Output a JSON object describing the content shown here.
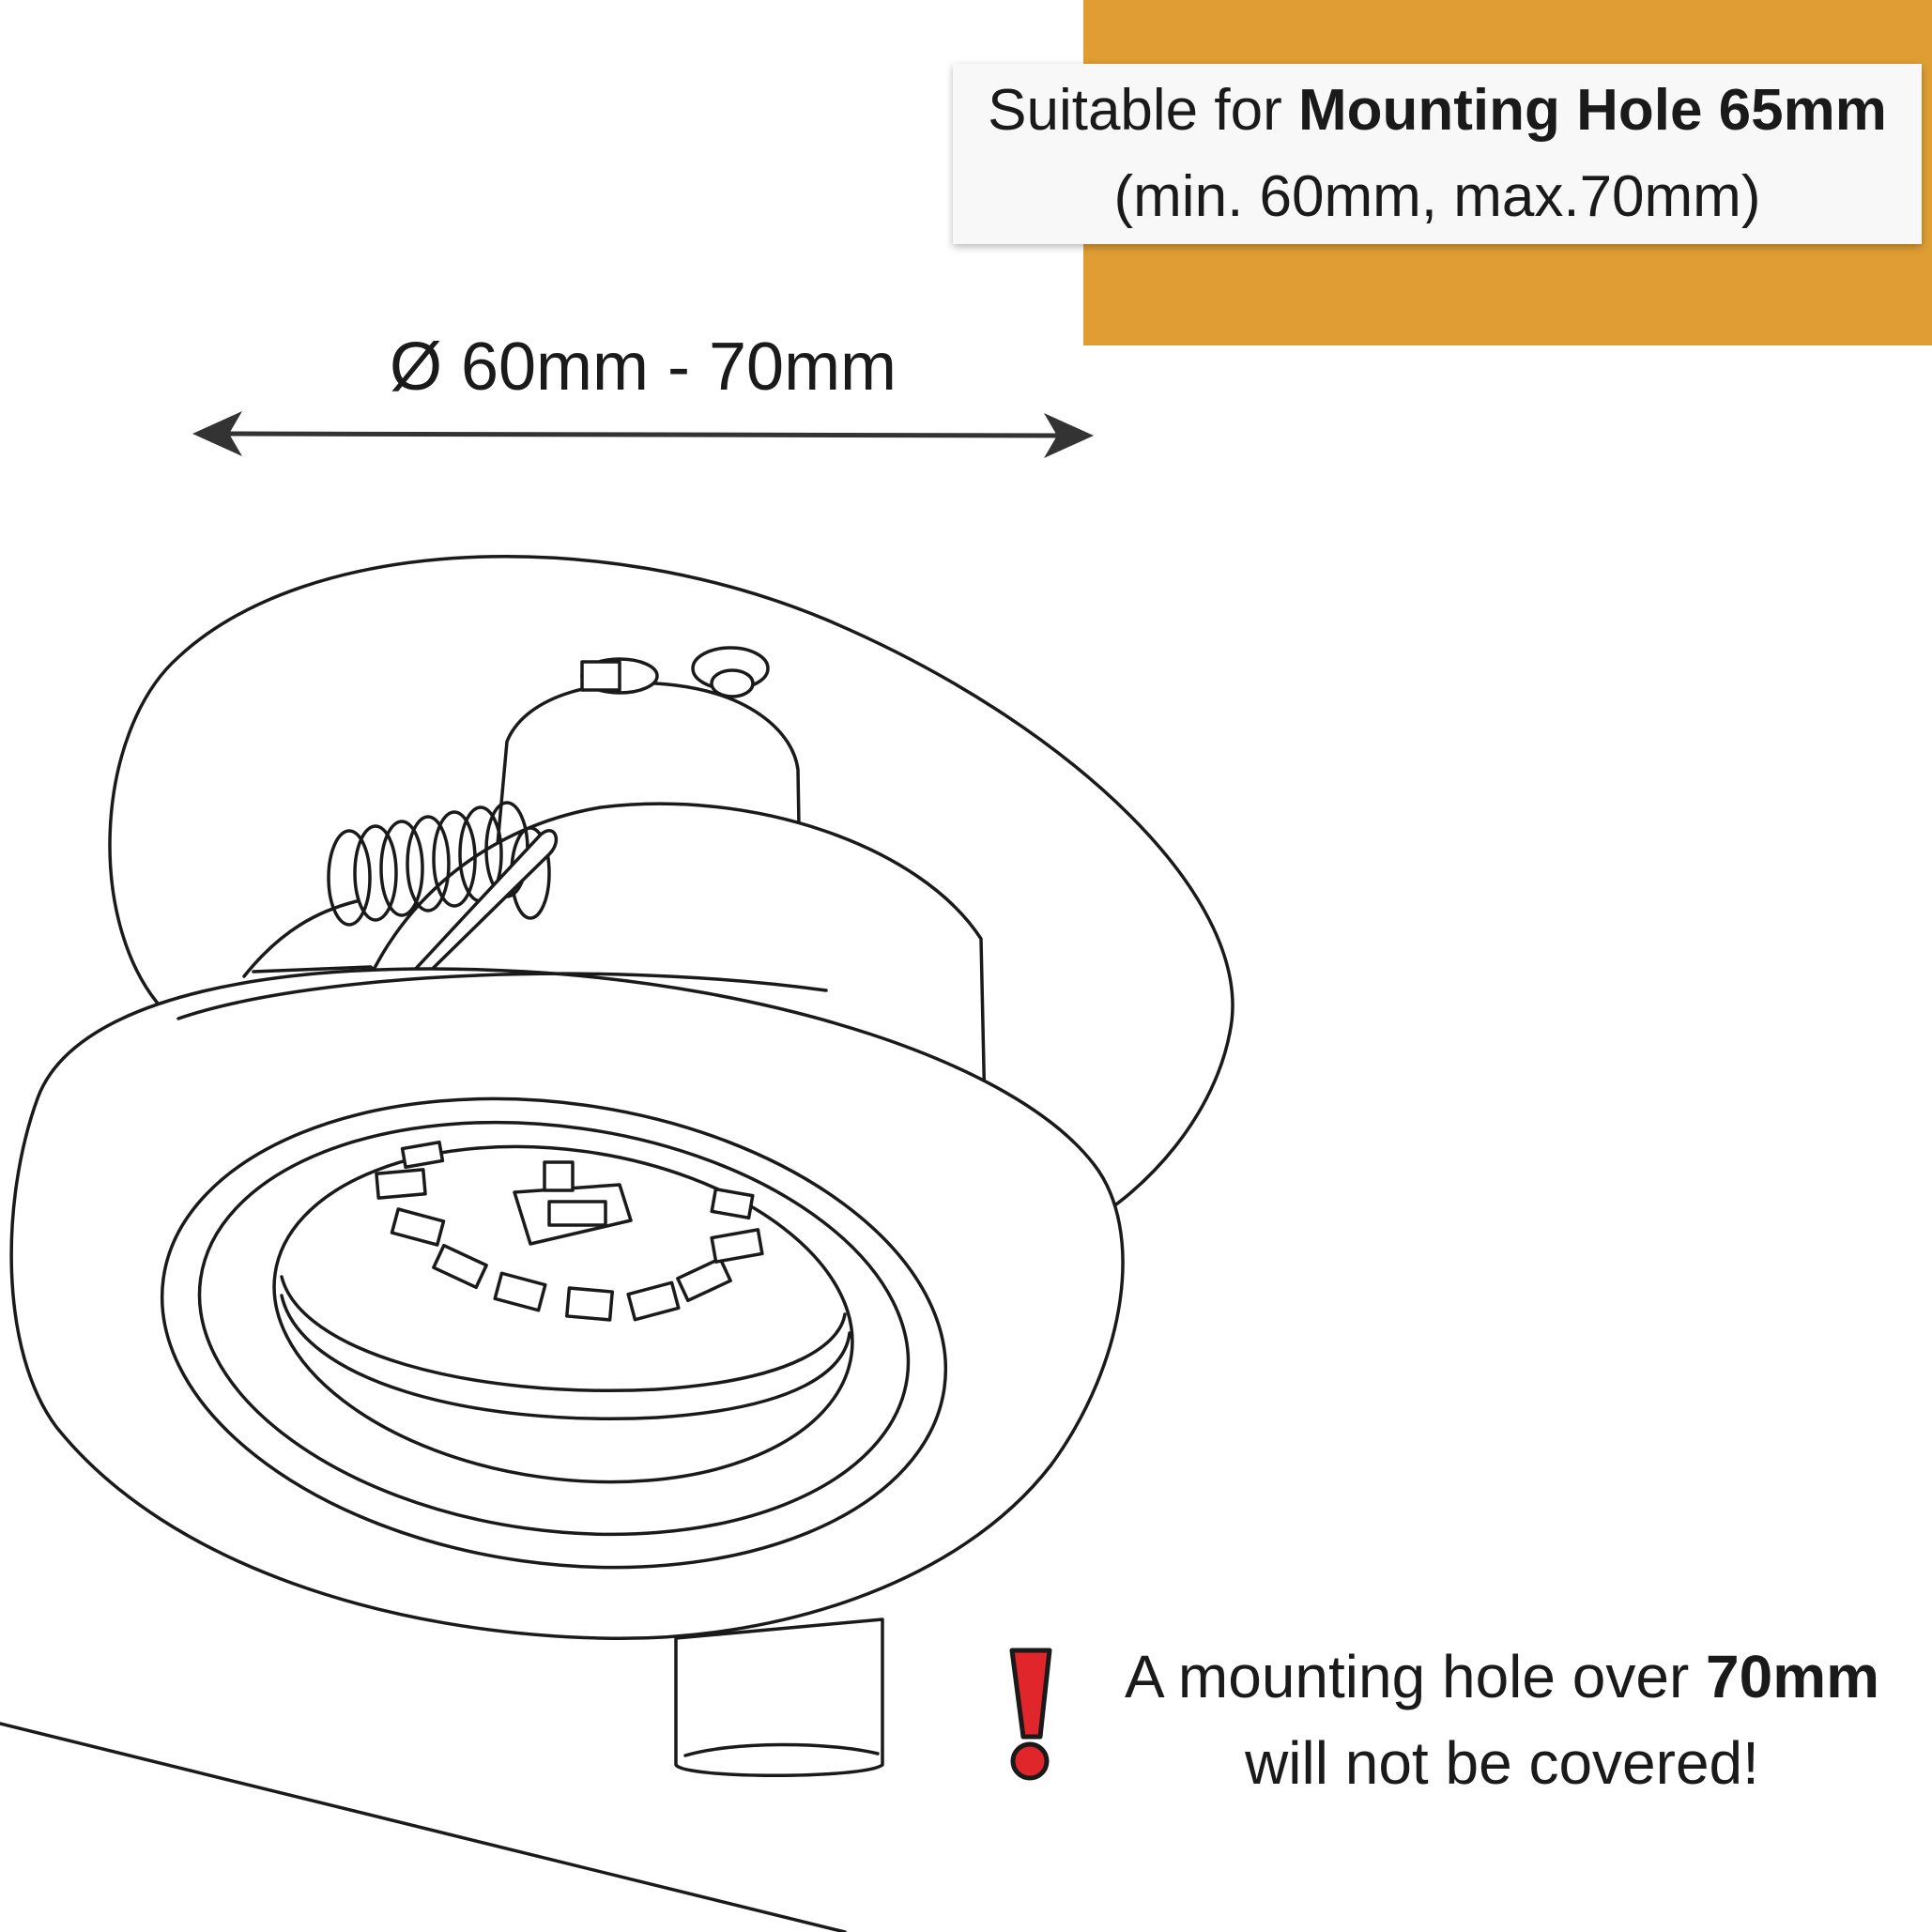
{
  "mounting_label": {
    "prefix": "Suitable for ",
    "highlight": "Mounting Hole 65mm",
    "range": "(min. 60mm, max.70mm)"
  },
  "dimension": {
    "label": "Ø 60mm - 70mm"
  },
  "warning": {
    "prefix": "A mounting hole over ",
    "highlight": "70mm",
    "suffix": "will not be covered!"
  },
  "colors": {
    "accent_orange": "#df9d33",
    "warning_red": "#e0262b",
    "line": "#1a1a1a"
  },
  "icons": [
    "double-arrow-icon",
    "exclamation-icon"
  ]
}
